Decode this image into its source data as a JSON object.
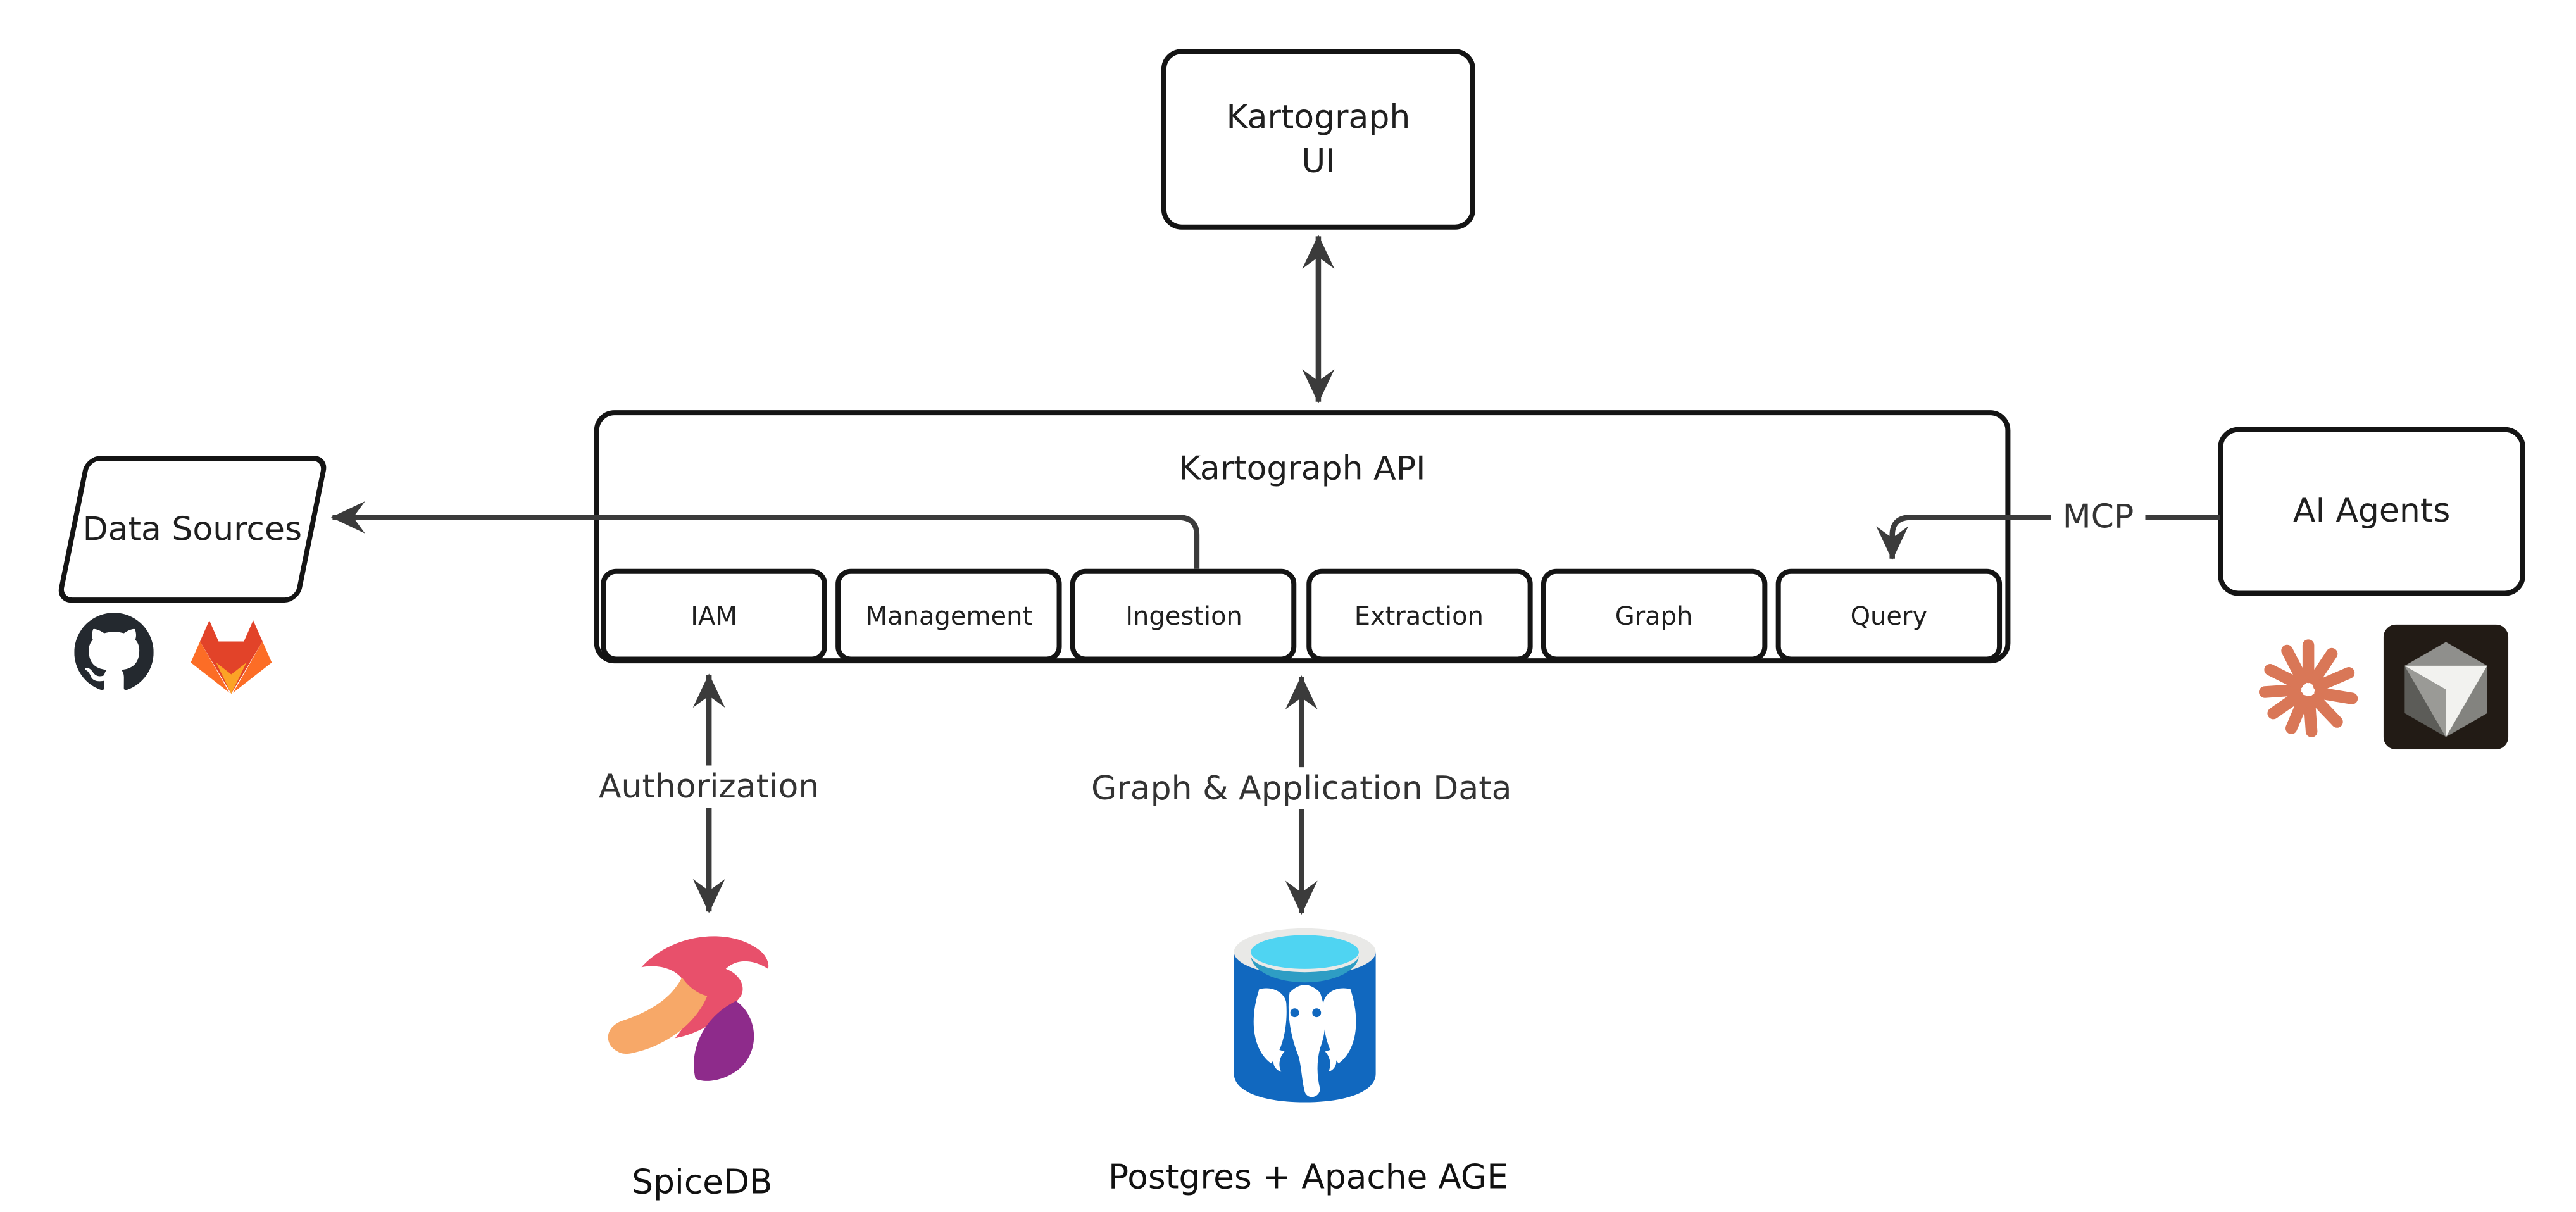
{
  "diagram": {
    "ui": {
      "lines": [
        "Kartograph",
        "UI"
      ]
    },
    "api": {
      "title": "Kartograph API",
      "services": [
        {
          "label": "IAM"
        },
        {
          "label": "Management"
        },
        {
          "label": "Ingestion"
        },
        {
          "label": "Extraction"
        },
        {
          "label": "Graph"
        },
        {
          "label": "Query"
        }
      ]
    },
    "data_sources": {
      "label": "Data Sources"
    },
    "ai_agents": {
      "label": "AI Agents"
    },
    "edges": {
      "mcp": {
        "label": "MCP"
      },
      "authorization": {
        "label": "Authorization"
      },
      "graph_app_data": {
        "label": "Graph & Application Data"
      }
    },
    "external": {
      "spicedb": {
        "label": "SpiceDB"
      },
      "postgres": {
        "label": "Postgres + Apache AGE"
      }
    },
    "icons": {
      "github": "github-icon",
      "gitlab": "gitlab-icon",
      "claude": "claude-icon",
      "cursor": "cursor-icon",
      "spicedb": "spicedb-logo",
      "postgres": "postgres-logo"
    },
    "colors": {
      "edge": "#3b3b3b",
      "node_border": "#141414",
      "text": "#1f1f1f",
      "edge_label_text": "#333333",
      "github_dark": "#24292f",
      "gitlab_red": "#e24329",
      "gitlab_orange": "#fc6d26",
      "gitlab_light_orange": "#fca326",
      "claude_orange": "#d97757",
      "cursor_bg": "#221b15",
      "spicedb_pink": "#e8506b",
      "spicedb_orange": "#f7a868",
      "spicedb_purple": "#8e2b8b",
      "postgres_blue": "#1168bf",
      "postgres_cyan": "#4fd4f2"
    }
  }
}
